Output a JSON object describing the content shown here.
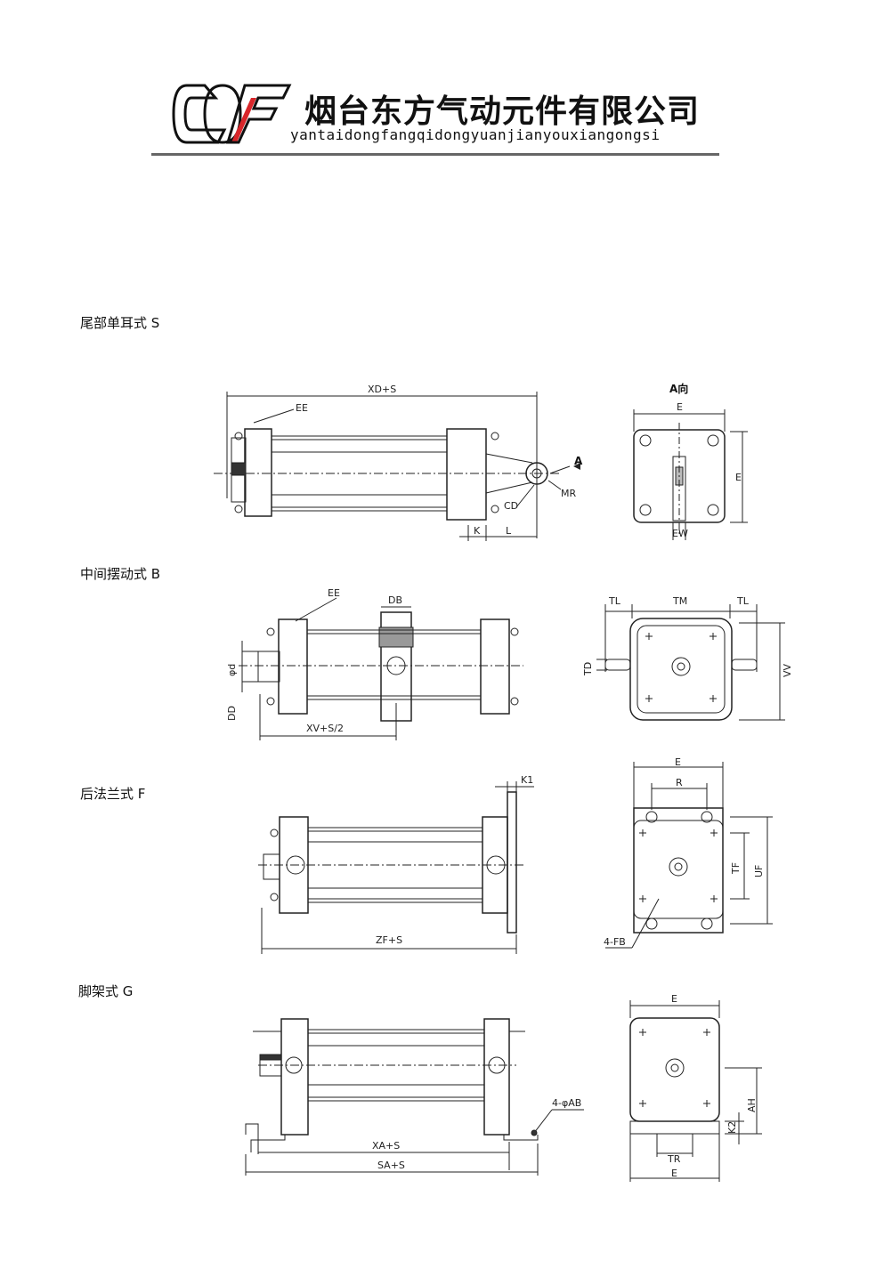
{
  "header": {
    "company_cn": "烟台东方气动元件有限公司",
    "company_pinyin": "yantaidongfangqidongyuanjianyouxiangongsi",
    "logo_letters": "CDF"
  },
  "sections": [
    {
      "title": "尾部单耳式 S",
      "labels": {
        "xd": "XD+S",
        "ee": "EE",
        "cd": "CD",
        "mr": "MR",
        "k": "K",
        "l": "L",
        "arrow": "A",
        "view": "A向",
        "e_top": "E",
        "e_side": "E",
        "ew": "EW"
      }
    },
    {
      "title": "中间摆动式 B",
      "labels": {
        "ee": "EE",
        "db": "DB",
        "d": "φd",
        "dd": "DD",
        "xv": "XV+S/2",
        "tl_left": "TL",
        "tm": "TM",
        "tl_right": "TL",
        "td": "TD",
        "vv": "VV"
      }
    },
    {
      "title": "后法兰式 F",
      "labels": {
        "k1": "K1",
        "zf": "ZF+S",
        "e": "E",
        "r": "R",
        "tf": "TF",
        "uf": "UF",
        "fb": "4-FB"
      }
    },
    {
      "title": "脚架式  G",
      "labels": {
        "ab": "4-φAB",
        "xa": "XA+S",
        "sa": "SA+S",
        "e_top": "E",
        "ah": "AH",
        "k2": "K2",
        "tr": "TR",
        "e_bottom": "E"
      }
    }
  ]
}
